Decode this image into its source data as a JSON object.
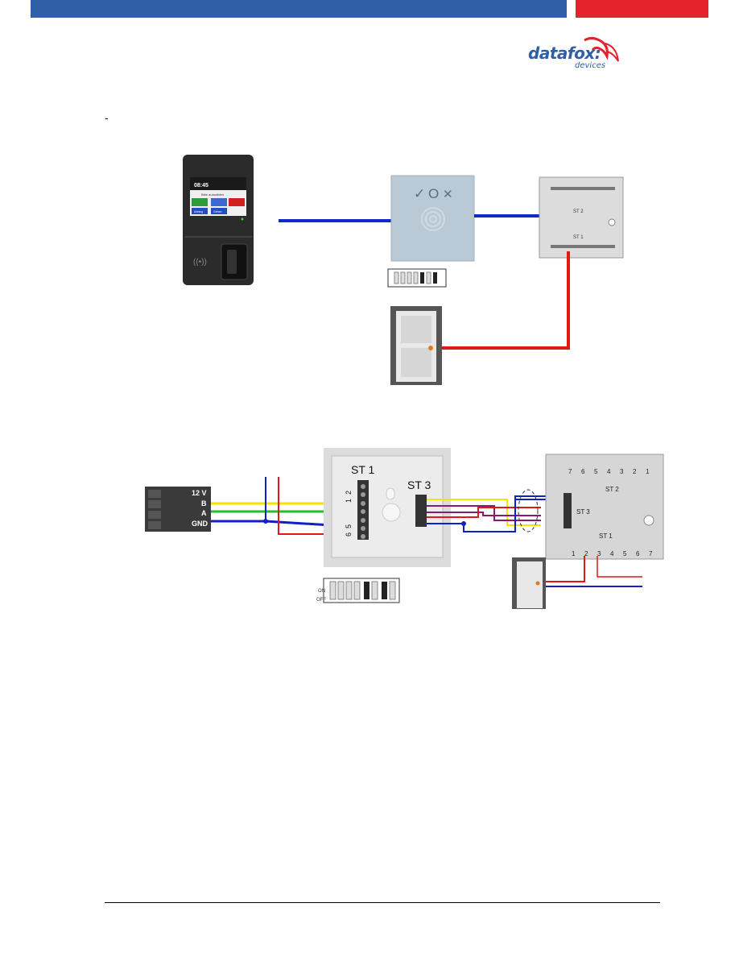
{
  "header": {
    "colors": {
      "blue_bar": "#2f5fa7",
      "red_bar": "#e3222e"
    }
  },
  "logo": {
    "brand": "datafox:",
    "sub": "devices"
  },
  "marker": "-",
  "diagram1": {
    "terminal": {
      "time": "08:45",
      "screen_caption": "Bitte auswählen",
      "btn_in": "Anfang",
      "btn_out": "Gehen"
    },
    "reader_symbols": {
      "check": "✓",
      "circle": "O",
      "cross": "✕"
    },
    "module": {
      "st2_label": "ST 2",
      "st1_label": "ST 1"
    }
  },
  "diagram2": {
    "connector_labels": [
      "12 V",
      "B",
      "A",
      "GND"
    ],
    "reader": {
      "st1_label": "ST 1",
      "st3_label": "ST 3",
      "st1_pins": [
        "2",
        "1"
      ],
      "st1_pins_low": [
        "5",
        "6"
      ]
    },
    "dip": {
      "on": "ON",
      "off": "OFF"
    },
    "module": {
      "st2_label": "ST 2",
      "st3_label": "ST 3",
      "st1_label": "ST 1",
      "top_pins": [
        "7",
        "6",
        "5",
        "4",
        "3",
        "2",
        "1"
      ],
      "bottom_pins": [
        "1",
        "2",
        "3",
        "4",
        "5",
        "6",
        "7"
      ]
    },
    "wire_colors": {
      "yellow": "#f2e600",
      "green": "#22c02a",
      "blue": "#1020c8",
      "red": "#e01818",
      "purple": "#8a1a6a"
    }
  }
}
